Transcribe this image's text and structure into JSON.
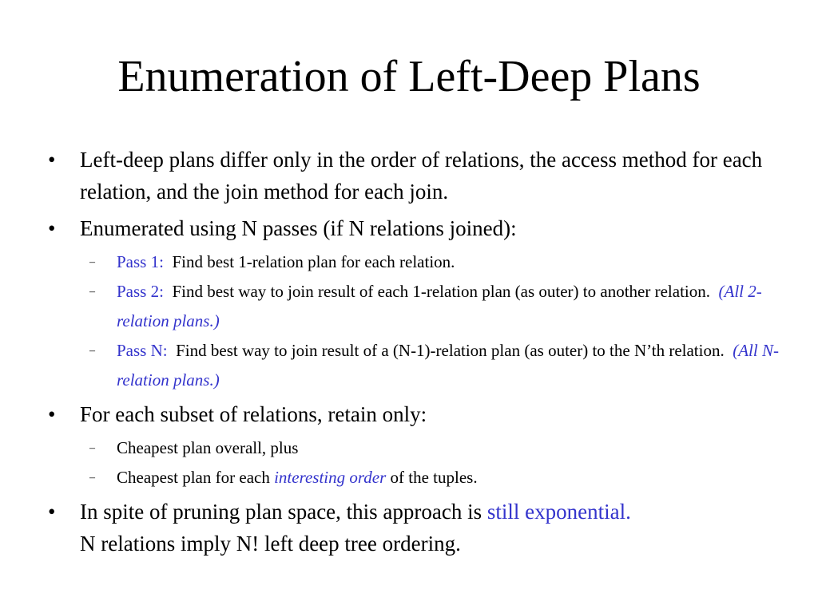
{
  "slide": {
    "title": "Enumeration of Left-Deep Plans",
    "bullet_glyph": "•",
    "dash_glyph": "–",
    "b1": {
      "text": "Left-deep plans differ only in the order of relations, the access method for each relation, and the join method for each join."
    },
    "b2": {
      "text": "Enumerated using N passes (if N relations joined):"
    },
    "b2_subs": {
      "s1": {
        "label": "Pass 1:",
        "text": "Find best 1-relation plan for each relation."
      },
      "s2": {
        "label": "Pass 2:",
        "text": "Find best way to join result of each 1-relation plan (as outer) to another relation.",
        "note": "(All 2-relation plans.)"
      },
      "s3": {
        "label": "Pass N:",
        "text": "Find best way to join result of a (N-1)-relation plan (as outer) to the N’th relation.",
        "note": "(All N-relation plans.)"
      }
    },
    "b3": {
      "text": "For each subset of relations, retain only:"
    },
    "b3_subs": {
      "s1": {
        "text": "Cheapest plan overall, plus"
      },
      "s2": {
        "before": "Cheapest plan for each",
        "emph": "interesting order",
        "after": "of the tuples."
      }
    },
    "b4": {
      "before": "In spite of pruning plan space, this approach is",
      "emph": "still exponential.",
      "after": "N relations imply N! left deep tree ordering."
    },
    "colors": {
      "accent": "#3333cc",
      "text": "#000000",
      "background": "#ffffff"
    }
  }
}
